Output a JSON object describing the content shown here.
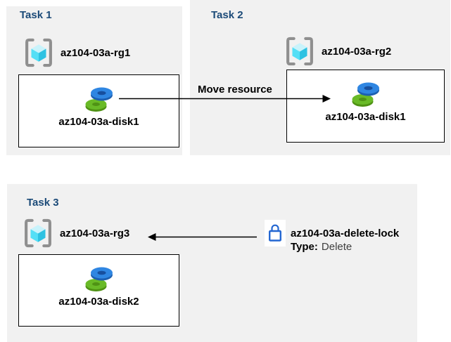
{
  "tasks": [
    {
      "title": "Task 1",
      "resource_group": "az104-03a-rg1",
      "resource": "az104-03a-disk1"
    },
    {
      "title": "Task 2",
      "resource_group": "az104-03a-rg2",
      "resource": "az104-03a-disk1"
    },
    {
      "title": "Task 3",
      "resource_group": "az104-03a-rg3",
      "resource": "az104-03a-disk2",
      "lock": {
        "name": "az104-03a-delete-lock",
        "type_label": "Type:",
        "type_value": "Delete"
      }
    }
  ],
  "arrows": {
    "move_label": "Move resource"
  },
  "icons": {
    "resource_group": "resource-group-icon",
    "disk": "disk-icon",
    "lock": "lock-icon"
  },
  "colors": {
    "panel_bg": "#f1f1f1",
    "task_title": "#1b4a78",
    "label_text": "#000000",
    "type_value_text": "#3f3f3f",
    "arrow": "#000000",
    "box_border": "#000000",
    "lock_stroke": "#2467d2",
    "rg_bracket": "#8f8f8f",
    "cube_top": "#c9f3fb",
    "cube_left": "#54dff6",
    "cube_right": "#2ec2e2",
    "disk_blue": "#2f86e2",
    "disk_blue_dark": "#1c5fb0",
    "disk_blue_hole": "#174f9e",
    "disk_green": "#69ba27",
    "disk_green_dark": "#4f9214"
  }
}
